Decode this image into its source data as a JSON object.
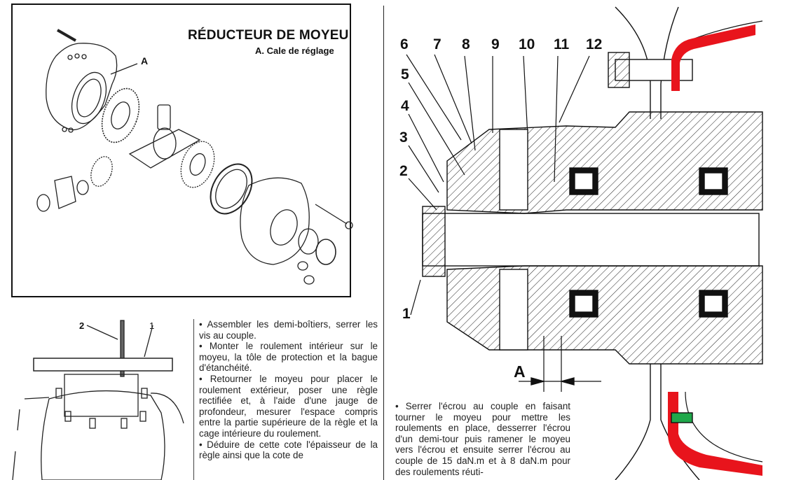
{
  "figure_top_left": {
    "title": "RÉDUCTEUR DE MOYEU",
    "legend": "A. Cale de réglage",
    "callout_A": "A"
  },
  "figure_bottom_left": {
    "callouts": [
      "2",
      "1"
    ]
  },
  "text_left": {
    "paragraphs": [
      "• Assembler les demi-boîtiers, serrer les vis au couple.",
      "• Monter le roulement intérieur sur le moyeu, la tôle de protection et la bague d'étanchéité.",
      "• Retourner le moyeu pour placer le roulement extérieur, poser une règle rectifiée et, à l'aide d'une jauge de profondeur, mesurer l'espace compris entre la partie supérieure de la règle et la cage intérieure du roulement.",
      "• Déduire de cette cote l'épaisseur de la règle ainsi que la cote de"
    ]
  },
  "figure_right": {
    "callouts_top": [
      "6",
      "7",
      "8",
      "9",
      "10",
      "11",
      "12"
    ],
    "callouts_left": [
      "5",
      "4",
      "3",
      "2",
      "1"
    ],
    "dimension_label": "A",
    "highlight_colors": {
      "seal": "#e8141c",
      "screw": "#1fa84a"
    }
  },
  "text_right": {
    "paragraphs": [
      "• Serrer l'écrou au couple en faisant tourner le moyeu pour mettre les roulements en place, desserrer l'écrou d'un demi-tour puis ramener le moyeu vers l'écrou et ensuite serrer l'écrou au couple de 15 daN.m et à 8 daN.m pour des roulements réuti-"
    ]
  }
}
